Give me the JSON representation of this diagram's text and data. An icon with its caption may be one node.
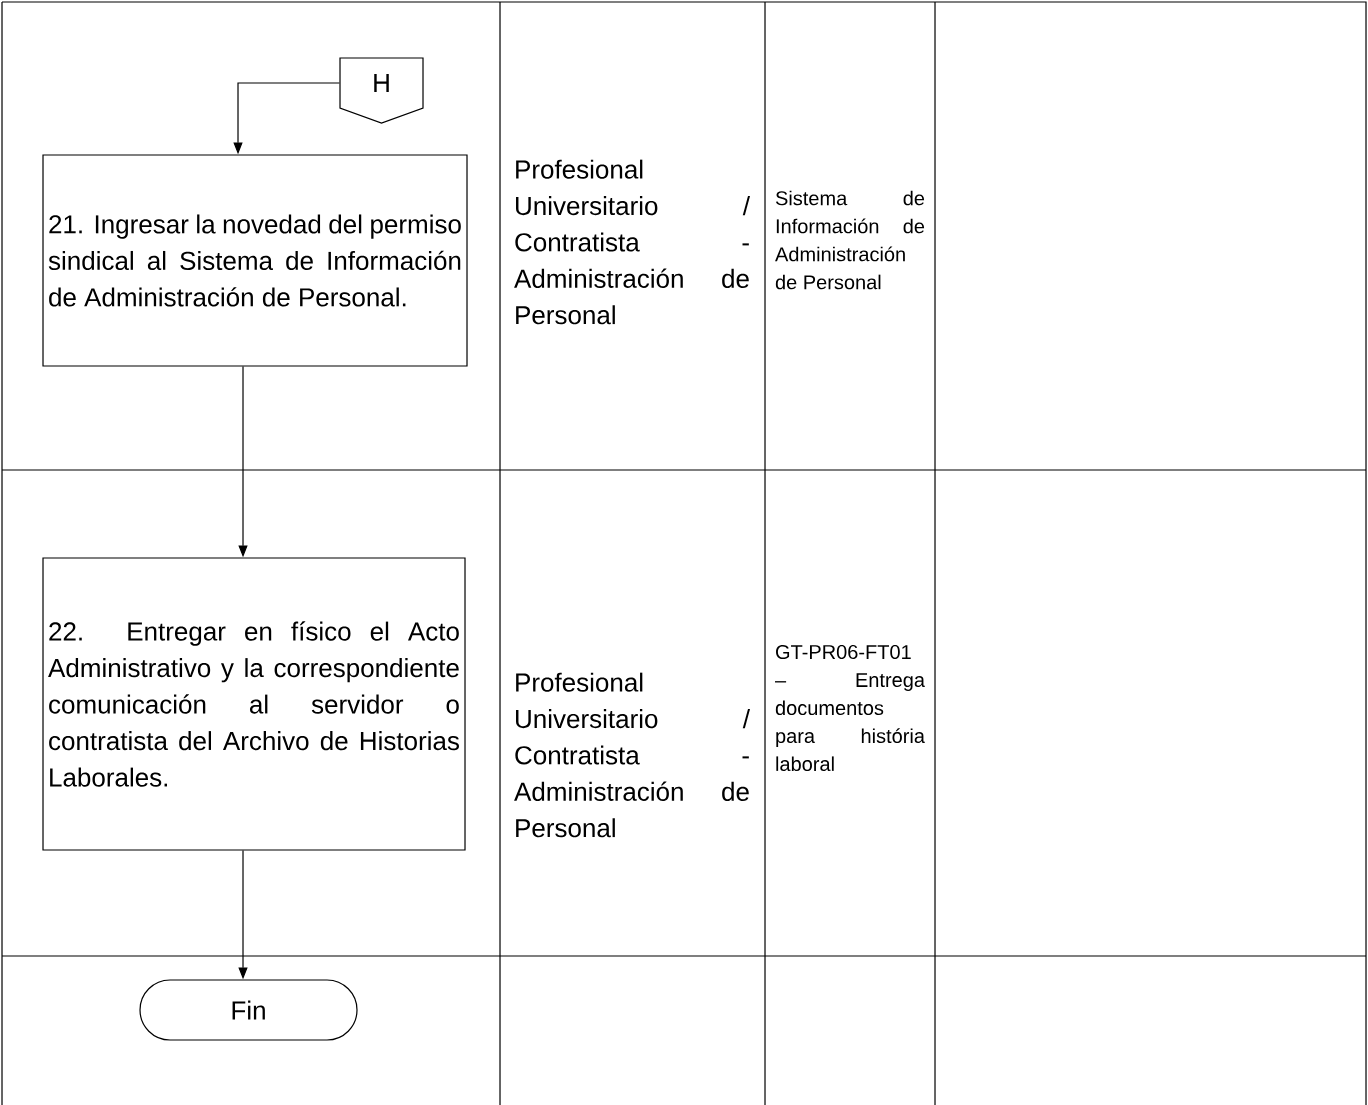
{
  "diagram": {
    "nodes": [
      {
        "text": [
          "H"
        ]
      },
      {
        "text": [
          "21. Ingresar la novedad del permiso sindical al Sistema de Información de Administración de Personal."
        ]
      },
      {
        "text": [
          "22. Entregar en físico el Acto Administrativo y la correspondiente comunicación al servidor o contratista del Archivo de Historias Laborales."
        ]
      },
      {
        "text": [
          "Fin"
        ]
      }
    ],
    "edges": [
      {
        "from": 0,
        "to": 1,
        "arrow": "to"
      },
      {
        "from": 1,
        "to": 2,
        "arrow": "to"
      },
      {
        "from": 2,
        "to": 3,
        "arrow": "to"
      }
    ],
    "labels": [
      "Profesional Universitario / Contratista - Administración de Personal",
      "Sistema de Información de Administración de Personal",
      "Profesional Universitario / Contratista - Administración de Personal",
      "GT-PR06-FT01 – Entrega documentos para história laboral"
    ]
  }
}
